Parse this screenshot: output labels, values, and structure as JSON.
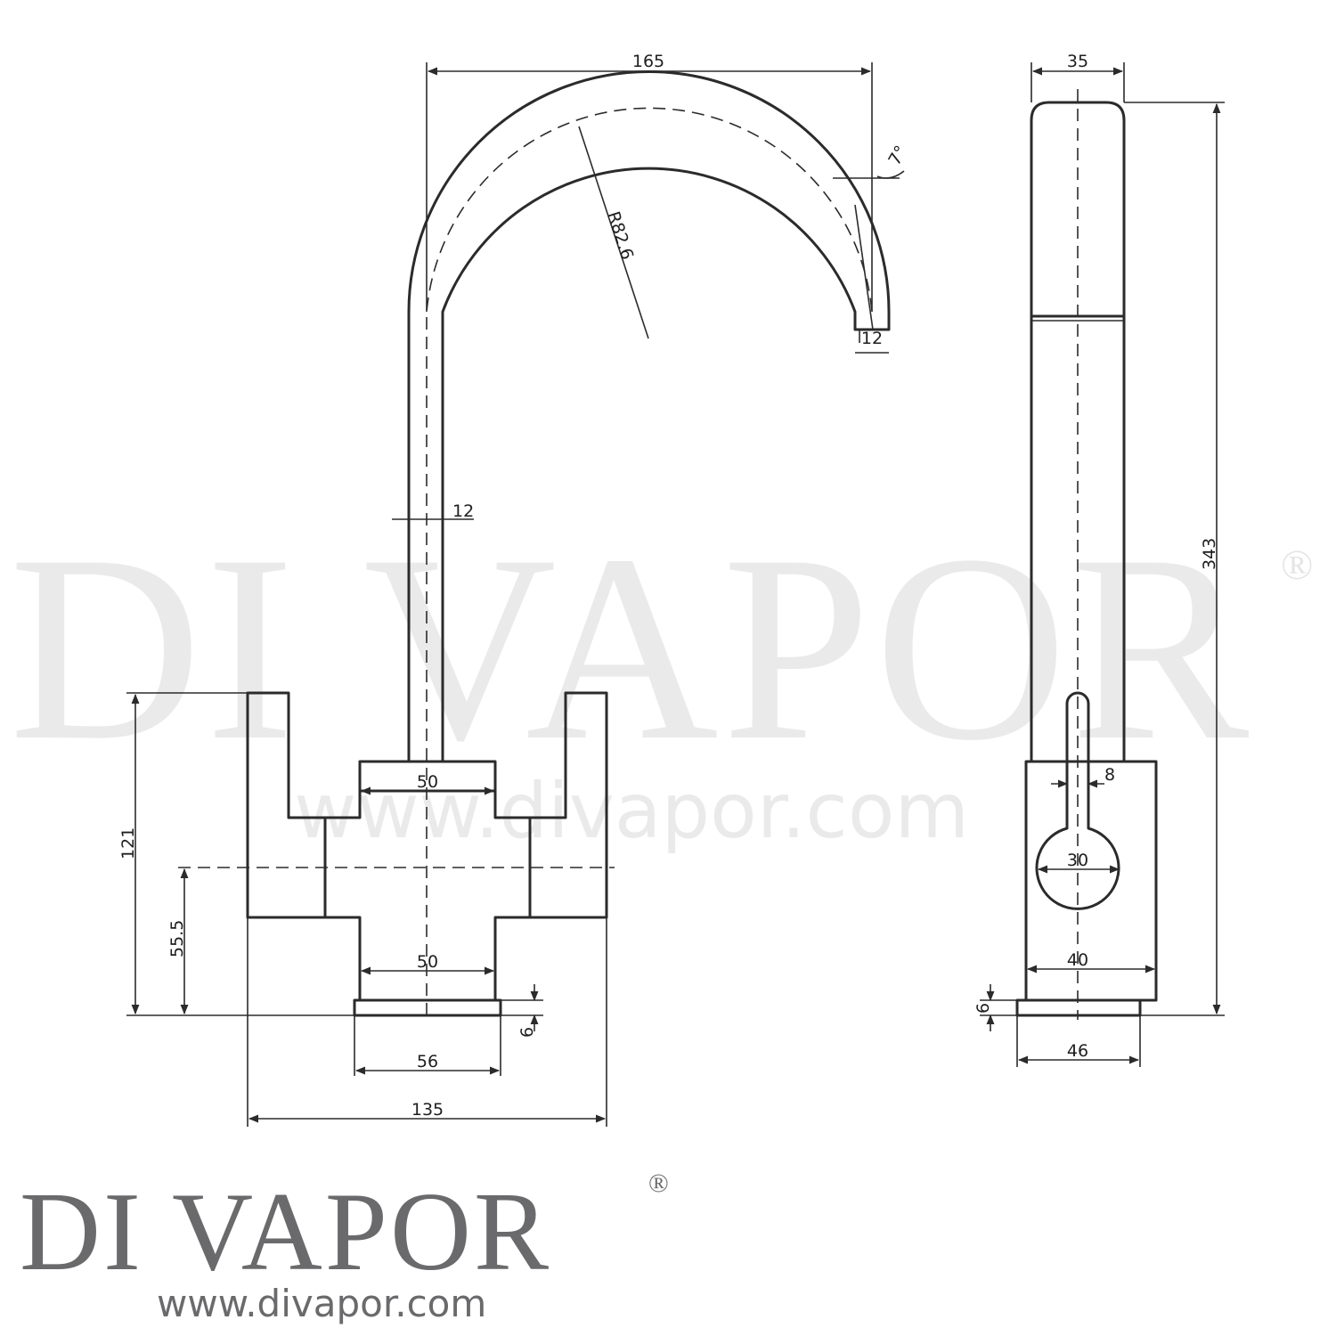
{
  "watermark": {
    "brand": "DI VAPOR",
    "registered_mark": "®",
    "url": "www.divapor.com"
  },
  "logo": {
    "brand": "DI VAPOR",
    "registered_mark": "®",
    "url": "www.divapor.com"
  },
  "front_view": {
    "spout_reach": "165",
    "spout_radius": "R82.6",
    "spout_angle": "7°",
    "spout_tip_width": "12",
    "spout_tube_width": "12",
    "body_top_width": "50",
    "body_bottom_width": "50",
    "base_width": "56",
    "base_height": "6",
    "overall_width": "135",
    "handle_height": "121",
    "centre_height": "55.5"
  },
  "side_view": {
    "spout_depth": "35",
    "overall_height": "343",
    "lever_width": "8",
    "lever_disc": "30",
    "body_depth": "40",
    "base_height": "6",
    "base_depth": "46"
  }
}
